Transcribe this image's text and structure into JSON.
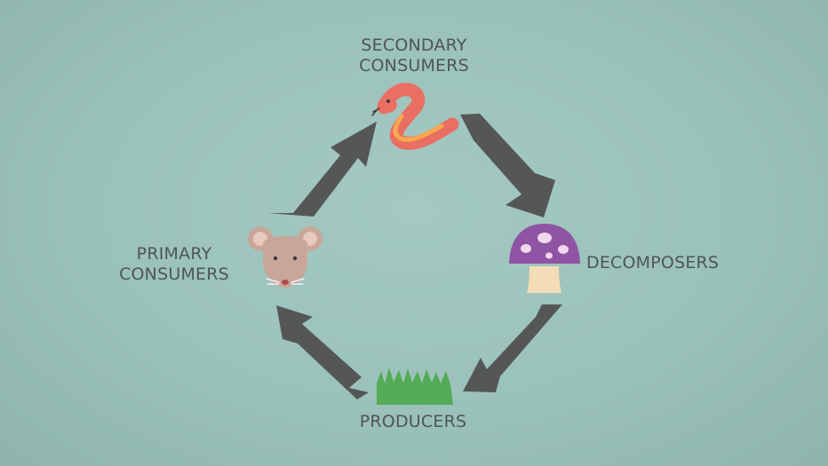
{
  "diagram": {
    "nodes": [
      {
        "id": "secondary-consumers",
        "lines": [
          "SECONDARY",
          "CONSUMERS"
        ],
        "icon": "snake-icon"
      },
      {
        "id": "decomposers",
        "lines": [
          "DECOMPOSERS"
        ],
        "icon": "mushroom-icon"
      },
      {
        "id": "producers",
        "lines": [
          "PRODUCERS"
        ],
        "icon": "grass-icon"
      },
      {
        "id": "primary-consumers",
        "lines": [
          "PRIMARY",
          "CONSUMERS"
        ],
        "icon": "mouse-icon"
      }
    ],
    "cycle": [
      "secondary-consumers",
      "decomposers",
      "producers",
      "primary-consumers",
      "secondary-consumers"
    ],
    "colors": {
      "background": "#9bc1bb",
      "arrow": "#555757",
      "label": "#4f5654",
      "snake": "#ea6f63",
      "snake_belly": "#f6a84e",
      "mushroom_cap": "#8f55a4",
      "mushroom_stem": "#f4dcb6",
      "grass": "#53ab55",
      "mouse": "#c8a79a"
    }
  }
}
